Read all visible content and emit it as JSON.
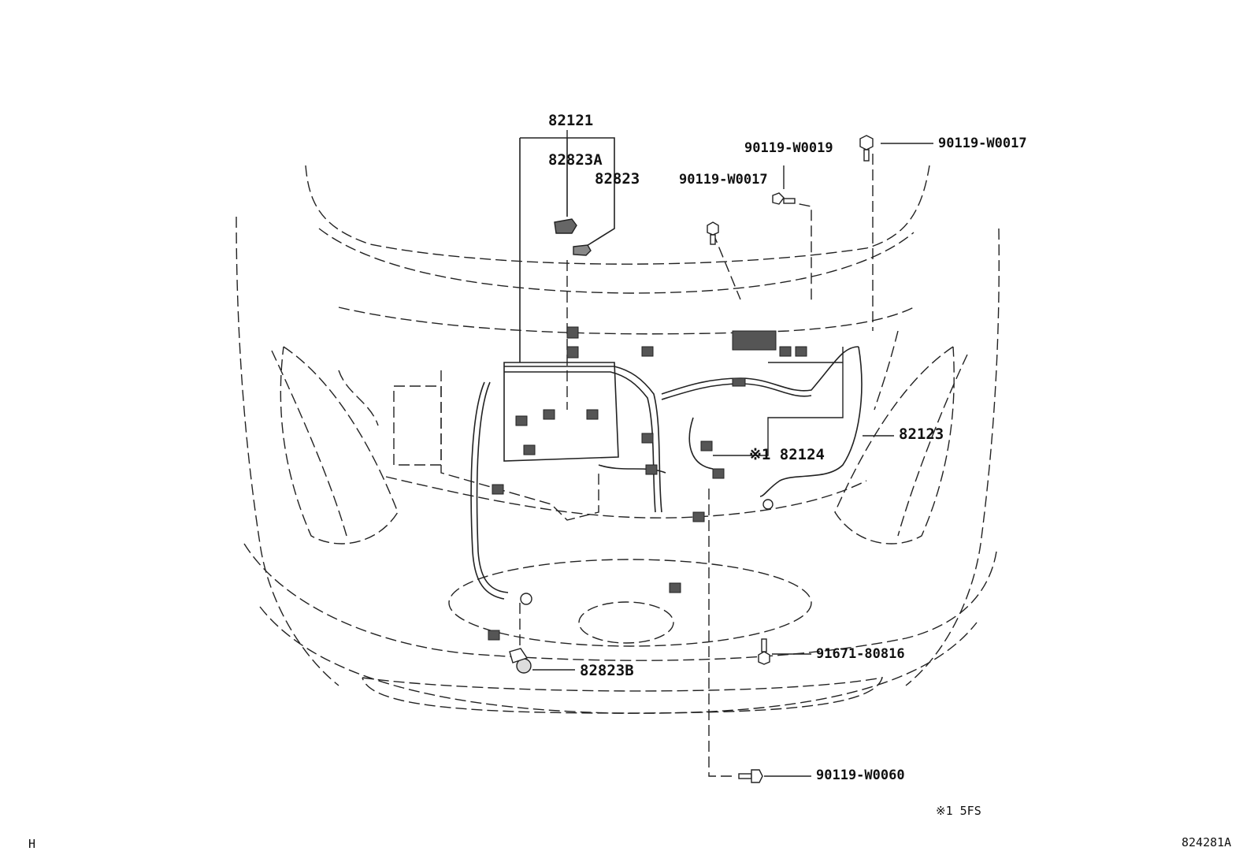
{
  "callouts": {
    "c82121": "82121",
    "c82823A": "82823A",
    "c82823": "82823",
    "c90119_W0019": "90119-W0019",
    "c90119_W0017_top": "90119-W0017",
    "c90119_W0017_mid": "90119-W0017",
    "c82123": "82123",
    "c82124": "※1 82124",
    "c91671_80816": "91671-80816",
    "c82823B": "82823B",
    "c90119_W0060": "90119-W0060"
  },
  "footnote": "※1 5FS",
  "corner_left": "H",
  "diagram_id": "824281A"
}
